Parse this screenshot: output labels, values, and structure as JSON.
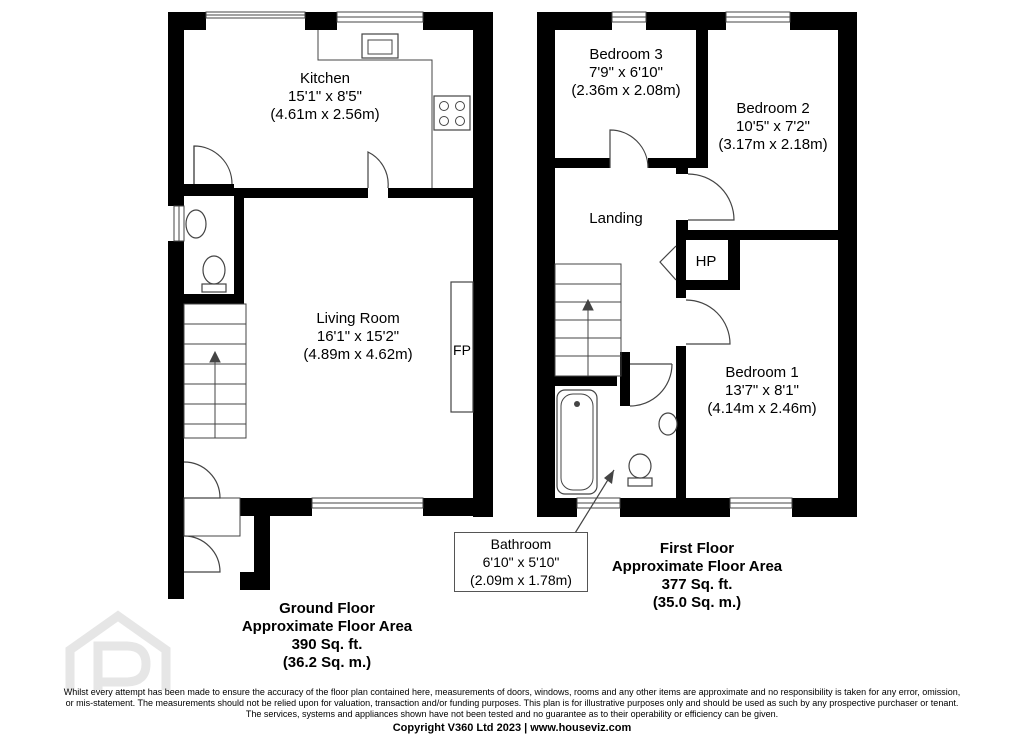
{
  "ground_floor": {
    "rooms": {
      "kitchen": {
        "name": "Kitchen",
        "imperial": "15'1\" x 8'5\"",
        "metric": "(4.61m x 2.56m)"
      },
      "living": {
        "name": "Living Room",
        "imperial": "16'1\" x 15'2\"",
        "metric": "(4.89m x 4.62m)"
      }
    },
    "fireplace_label": "FP",
    "area": {
      "title": "Ground Floor",
      "subtitle": "Approximate Floor Area",
      "sqft": "390 Sq. ft.",
      "sqm": "(36.2 Sq. m.)"
    }
  },
  "first_floor": {
    "rooms": {
      "bedroom3": {
        "name": "Bedroom 3",
        "imperial": "7'9\" x 6'10\"",
        "metric": "(2.36m x 2.08m)"
      },
      "bedroom2": {
        "name": "Bedroom 2",
        "imperial": "10'5\" x 7'2\"",
        "metric": "(3.17m x 2.18m)"
      },
      "landing": {
        "name": "Landing"
      },
      "bedroom1": {
        "name": "Bedroom 1",
        "imperial": "13'7\" x 8'1\"",
        "metric": "(4.14m x 2.46m)"
      },
      "bathroom": {
        "name": "Bathroom",
        "imperial": "6'10\" x 5'10\"",
        "metric": "(2.09m x 1.78m)"
      }
    },
    "hp_label": "HP",
    "area": {
      "title": "First Floor",
      "subtitle": "Approximate Floor Area",
      "sqft": "377 Sq. ft.",
      "sqm": "(35.0 Sq. m.)"
    }
  },
  "disclaimer": {
    "line1": "Whilst every attempt has been made to ensure the accuracy of the floor plan contained here, measurements of doors, windows, rooms and any other items are approximate and no responsibility is taken for any error, omission,",
    "line2": "or mis-statement. The measurements should not be relied upon for valuation, transaction and/or funding purposes. This plan is for illustrative purposes only and should be used as such by any prospective purchaser or tenant.",
    "line3": "The services, systems and appliances shown have not been tested and no guarantee as to their operability or efficiency can be given."
  },
  "copyright": "Copyright V360 Ltd 2023 | www.houseviz.com",
  "colors": {
    "wall": "#000000",
    "line": "#444444",
    "watermark": "#e6e6e6"
  },
  "watermark_icon": "p-logo-icon"
}
